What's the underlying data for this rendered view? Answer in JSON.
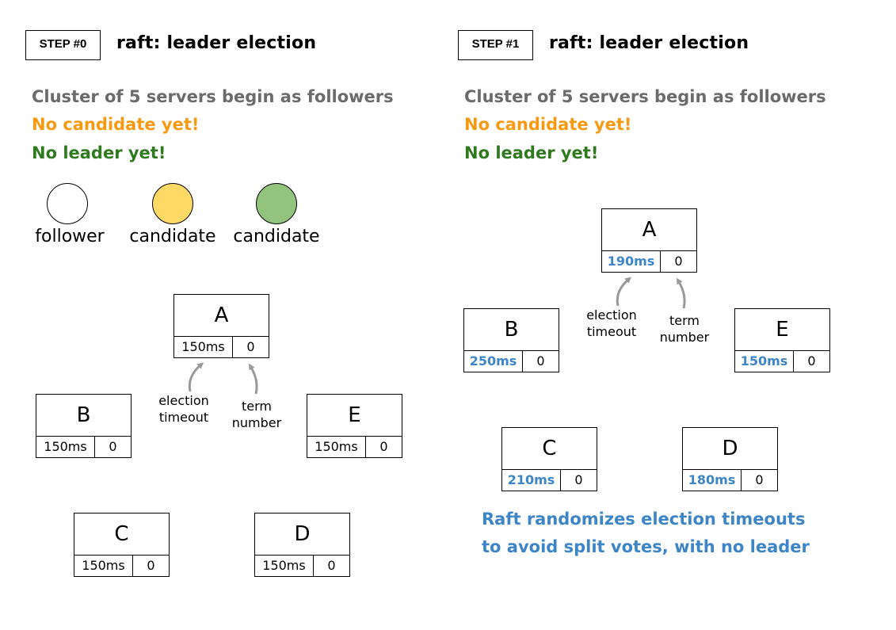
{
  "colors": {
    "gray_text": "#6b6b6b",
    "orange_text": "#f59a12",
    "green_text": "#2f7a1e",
    "blue_text": "#3d85c6",
    "follower_fill": "#ffffff",
    "candidate_fill": "#ffd966",
    "leader_fill": "#93c47d",
    "arrow": "#999999"
  },
  "step0": {
    "badge": "STEP #0",
    "title": "raft: leader election",
    "line1": "Cluster of 5 servers begin as followers",
    "line2": "No candidate yet!",
    "line3": "No leader yet!",
    "legend": [
      {
        "label": "follower",
        "icon": "white-circle"
      },
      {
        "label": "candidate",
        "icon": "yellow-circle"
      },
      {
        "label": "candidate",
        "icon": "green-circle"
      }
    ],
    "servers": {
      "A": {
        "name": "A",
        "timeout": "150ms",
        "term": "0"
      },
      "B": {
        "name": "B",
        "timeout": "150ms",
        "term": "0"
      },
      "C": {
        "name": "C",
        "timeout": "150ms",
        "term": "0"
      },
      "D": {
        "name": "D",
        "timeout": "150ms",
        "term": "0"
      },
      "E": {
        "name": "E",
        "timeout": "150ms",
        "term": "0"
      }
    },
    "annot_timeout_1": "election",
    "annot_timeout_2": "timeout",
    "annot_term_1": "term",
    "annot_term_2": "number"
  },
  "step1": {
    "badge": "STEP #1",
    "title": "raft: leader election",
    "line1": "Cluster of 5 servers begin as followers",
    "line2": "No candidate yet!",
    "line3": "No leader yet!",
    "servers": {
      "A": {
        "name": "A",
        "timeout": "190ms",
        "term": "0"
      },
      "B": {
        "name": "B",
        "timeout": "250ms",
        "term": "0"
      },
      "C": {
        "name": "C",
        "timeout": "210ms",
        "term": "0"
      },
      "D": {
        "name": "D",
        "timeout": "180ms",
        "term": "0"
      },
      "E": {
        "name": "E",
        "timeout": "150ms",
        "term": "0"
      }
    },
    "annot_timeout_1": "election",
    "annot_timeout_2": "timeout",
    "annot_term_1": "term",
    "annot_term_2": "number",
    "footer1": "Raft randomizes election timeouts",
    "footer2": "to avoid split votes, with no leader"
  }
}
